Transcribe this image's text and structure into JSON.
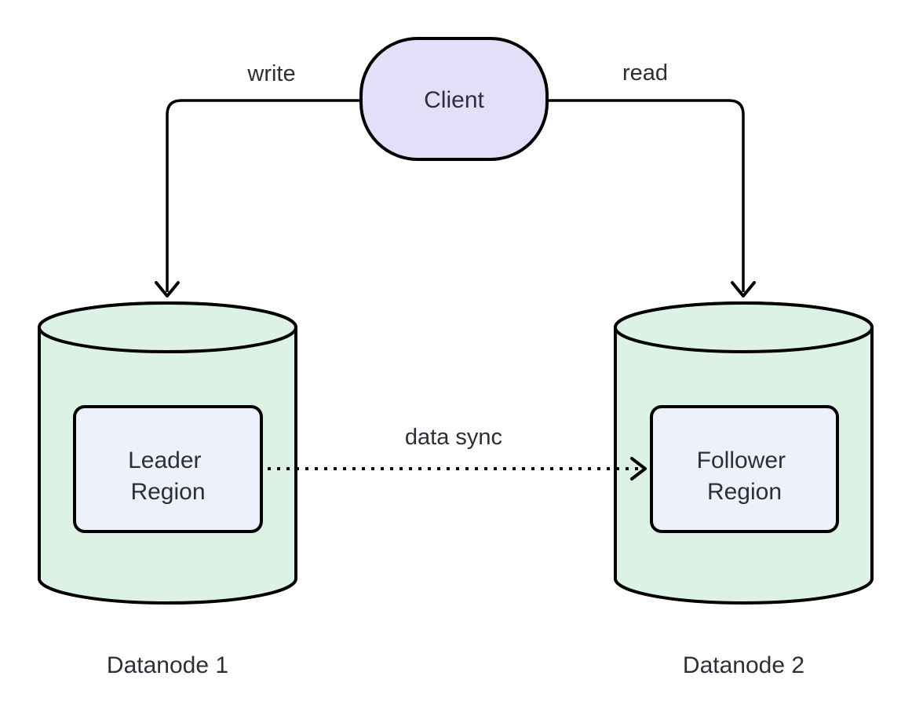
{
  "palette": {
    "background": "#ffffff",
    "stroke": "#000000",
    "text": "#2b2f3a",
    "client_fill": "#e5def9",
    "cylinder_fill": "#dcf2e4",
    "region_fill": "#edf1fb"
  },
  "nodes": {
    "client": {
      "label": "Client",
      "shape": "stadium"
    },
    "leader_region": {
      "label": "Leader Region",
      "lines": [
        "Leader",
        "Region"
      ],
      "shape": "rounded-rect"
    },
    "follower_region": {
      "label": "Follower Region",
      "lines": [
        "Follower",
        "Region"
      ],
      "shape": "rounded-rect"
    },
    "datanode1": {
      "label": "Datanode 1",
      "shape": "cylinder"
    },
    "datanode2": {
      "label": "Datanode 2",
      "shape": "cylinder"
    }
  },
  "edges": {
    "write": {
      "label": "write",
      "from": "Client",
      "to": "Datanode 1",
      "style": "solid-arrow"
    },
    "read": {
      "label": "read",
      "from": "Client",
      "to": "Datanode 2",
      "style": "solid-arrow"
    },
    "data_sync": {
      "label": "data sync",
      "from": "Leader Region",
      "to": "Follower Region",
      "style": "dotted-arrow"
    }
  }
}
